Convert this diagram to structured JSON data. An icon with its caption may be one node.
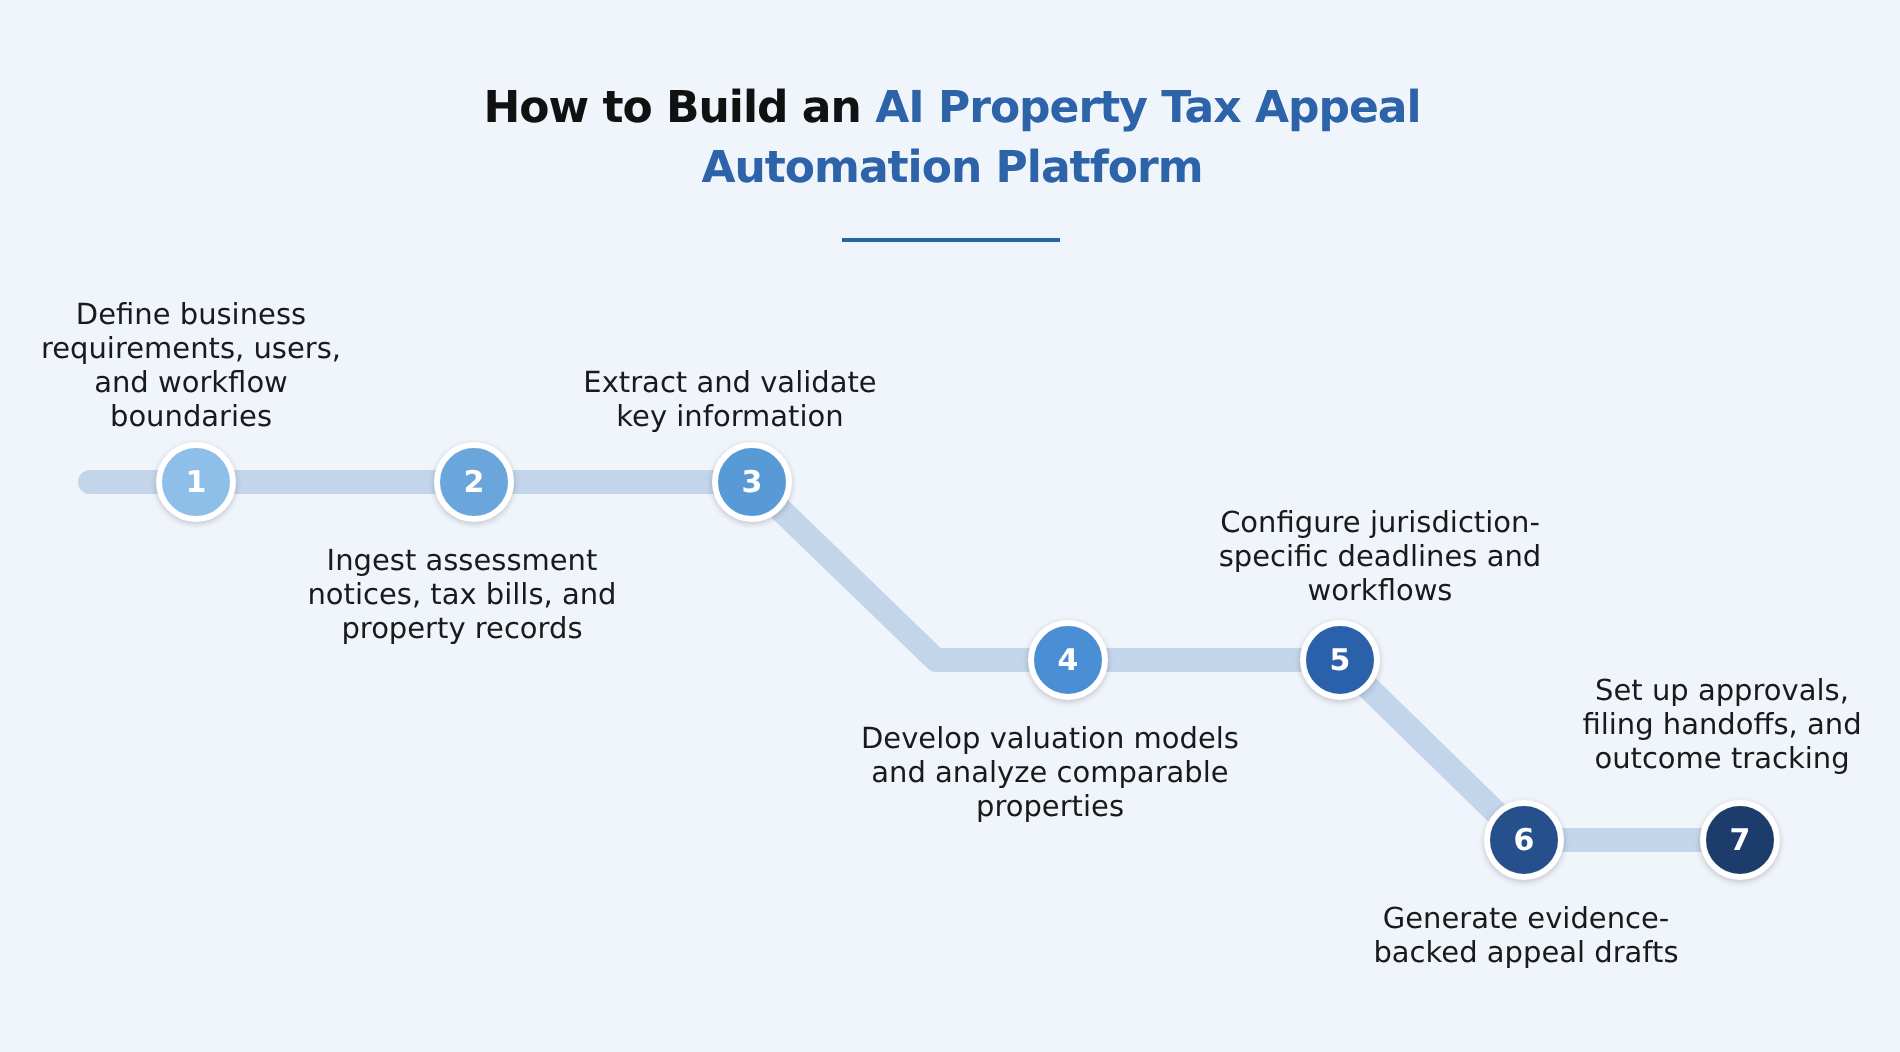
{
  "diagram": {
    "title": "How to Build an **AI Property Tax Appeal Automation Platform**",
    "nodes": [
      {
        "text": [
          "1"
        ],
        "beside": [
          "Define business requirements, users, and workflow boundaries"
        ]
      },
      {
        "text": [
          "2"
        ],
        "beside": [
          "Ingest assessment notices, tax bills, and property records"
        ]
      },
      {
        "text": [
          "3"
        ],
        "beside": [
          "Extract and validate key information"
        ]
      },
      {
        "text": [
          "4"
        ],
        "beside": [
          "Develop valuation models and analyze comparable properties"
        ]
      },
      {
        "text": [
          "5"
        ],
        "beside": [
          "Configure jurisdiction-specific deadlines and workflows"
        ]
      },
      {
        "text": [
          "6"
        ],
        "beside": [
          "Generate evidence-backed appeal drafts"
        ]
      },
      {
        "text": [
          "7"
        ],
        "beside": [
          "Set up approvals, filing handoffs, and outcome tracking"
        ]
      }
    ],
    "edges": [
      {
        "from": null,
        "to": 0,
        "arrow": "none"
      },
      {
        "from": 0,
        "to": 1,
        "arrow": "none"
      },
      {
        "from": 1,
        "to": 2,
        "arrow": "none"
      },
      {
        "from": 2,
        "to": 3,
        "arrow": "none"
      },
      {
        "from": 3,
        "to": 4,
        "arrow": "none"
      },
      {
        "from": 4,
        "to": 5,
        "arrow": "none"
      },
      {
        "from": 5,
        "to": 6,
        "arrow": "none"
      }
    ]
  }
}
